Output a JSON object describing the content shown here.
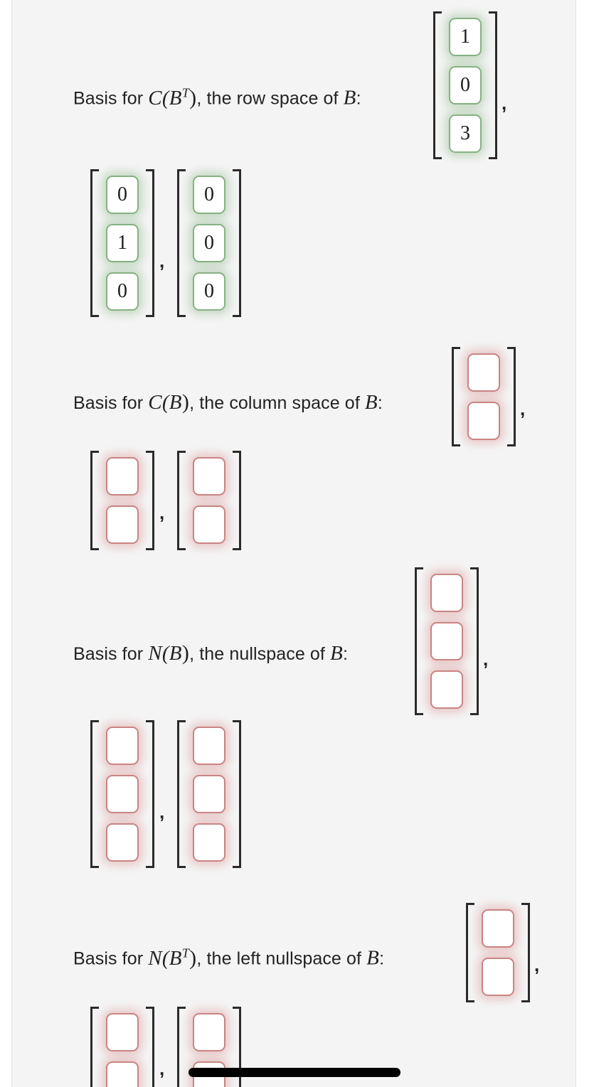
{
  "sections": [
    {
      "id": "row-space",
      "label_prefix": "Basis for ",
      "math": "C(B",
      "math_sup": "T",
      "math_suffix": ")",
      "label_suffix": ", the row space of ",
      "math_tail": "B",
      "colon": ":",
      "state": "ok",
      "vectors": [
        {
          "values": [
            "1",
            "0",
            "3"
          ],
          "state": "ok"
        },
        {
          "values": [
            "0",
            "1",
            "0"
          ],
          "state": "ok"
        },
        {
          "values": [
            "0",
            "0",
            "0"
          ],
          "state": "ok"
        }
      ]
    },
    {
      "id": "column-space",
      "label_prefix": "Basis for ",
      "math": "C(B",
      "math_sup": "",
      "math_suffix": ")",
      "label_suffix": ", the column space of ",
      "math_tail": "B",
      "colon": ":",
      "state": "bad",
      "vectors": [
        {
          "values": [
            "",
            ""
          ],
          "state": "bad"
        },
        {
          "values": [
            "",
            ""
          ],
          "state": "bad"
        },
        {
          "values": [
            "",
            ""
          ],
          "state": "bad"
        }
      ]
    },
    {
      "id": "nullspace",
      "label_prefix": "Basis for ",
      "math": "N(B",
      "math_sup": "",
      "math_suffix": ")",
      "label_suffix": ", the nullspace of ",
      "math_tail": "B",
      "colon": ":",
      "state": "bad",
      "vectors": [
        {
          "values": [
            "",
            "",
            ""
          ],
          "state": "bad"
        },
        {
          "values": [
            "",
            "",
            ""
          ],
          "state": "bad"
        },
        {
          "values": [
            "",
            "",
            ""
          ],
          "state": "bad"
        }
      ]
    },
    {
      "id": "left-nullspace",
      "label_prefix": "Basis for ",
      "math": "N(B",
      "math_sup": "T",
      "math_suffix": ")",
      "label_suffix": ", the left nullspace of ",
      "math_tail": "B",
      "colon": ":",
      "state": "bad",
      "vectors": [
        {
          "values": [
            "",
            ""
          ],
          "state": "bad"
        },
        {
          "values": [
            "",
            ""
          ],
          "state": "bad"
        },
        {
          "values": [
            "",
            ""
          ],
          "state": "bad"
        }
      ]
    }
  ],
  "separator": ",",
  "colors": {
    "correct_border": "#86b183",
    "correct_glow": "#7eb078",
    "incorrect_border": "#c98484",
    "incorrect_glow": "#d68282",
    "page_background": "#f4f4f4",
    "text": "#222222",
    "bracket": "#2b2b2b",
    "home_indicator": "#000000"
  }
}
